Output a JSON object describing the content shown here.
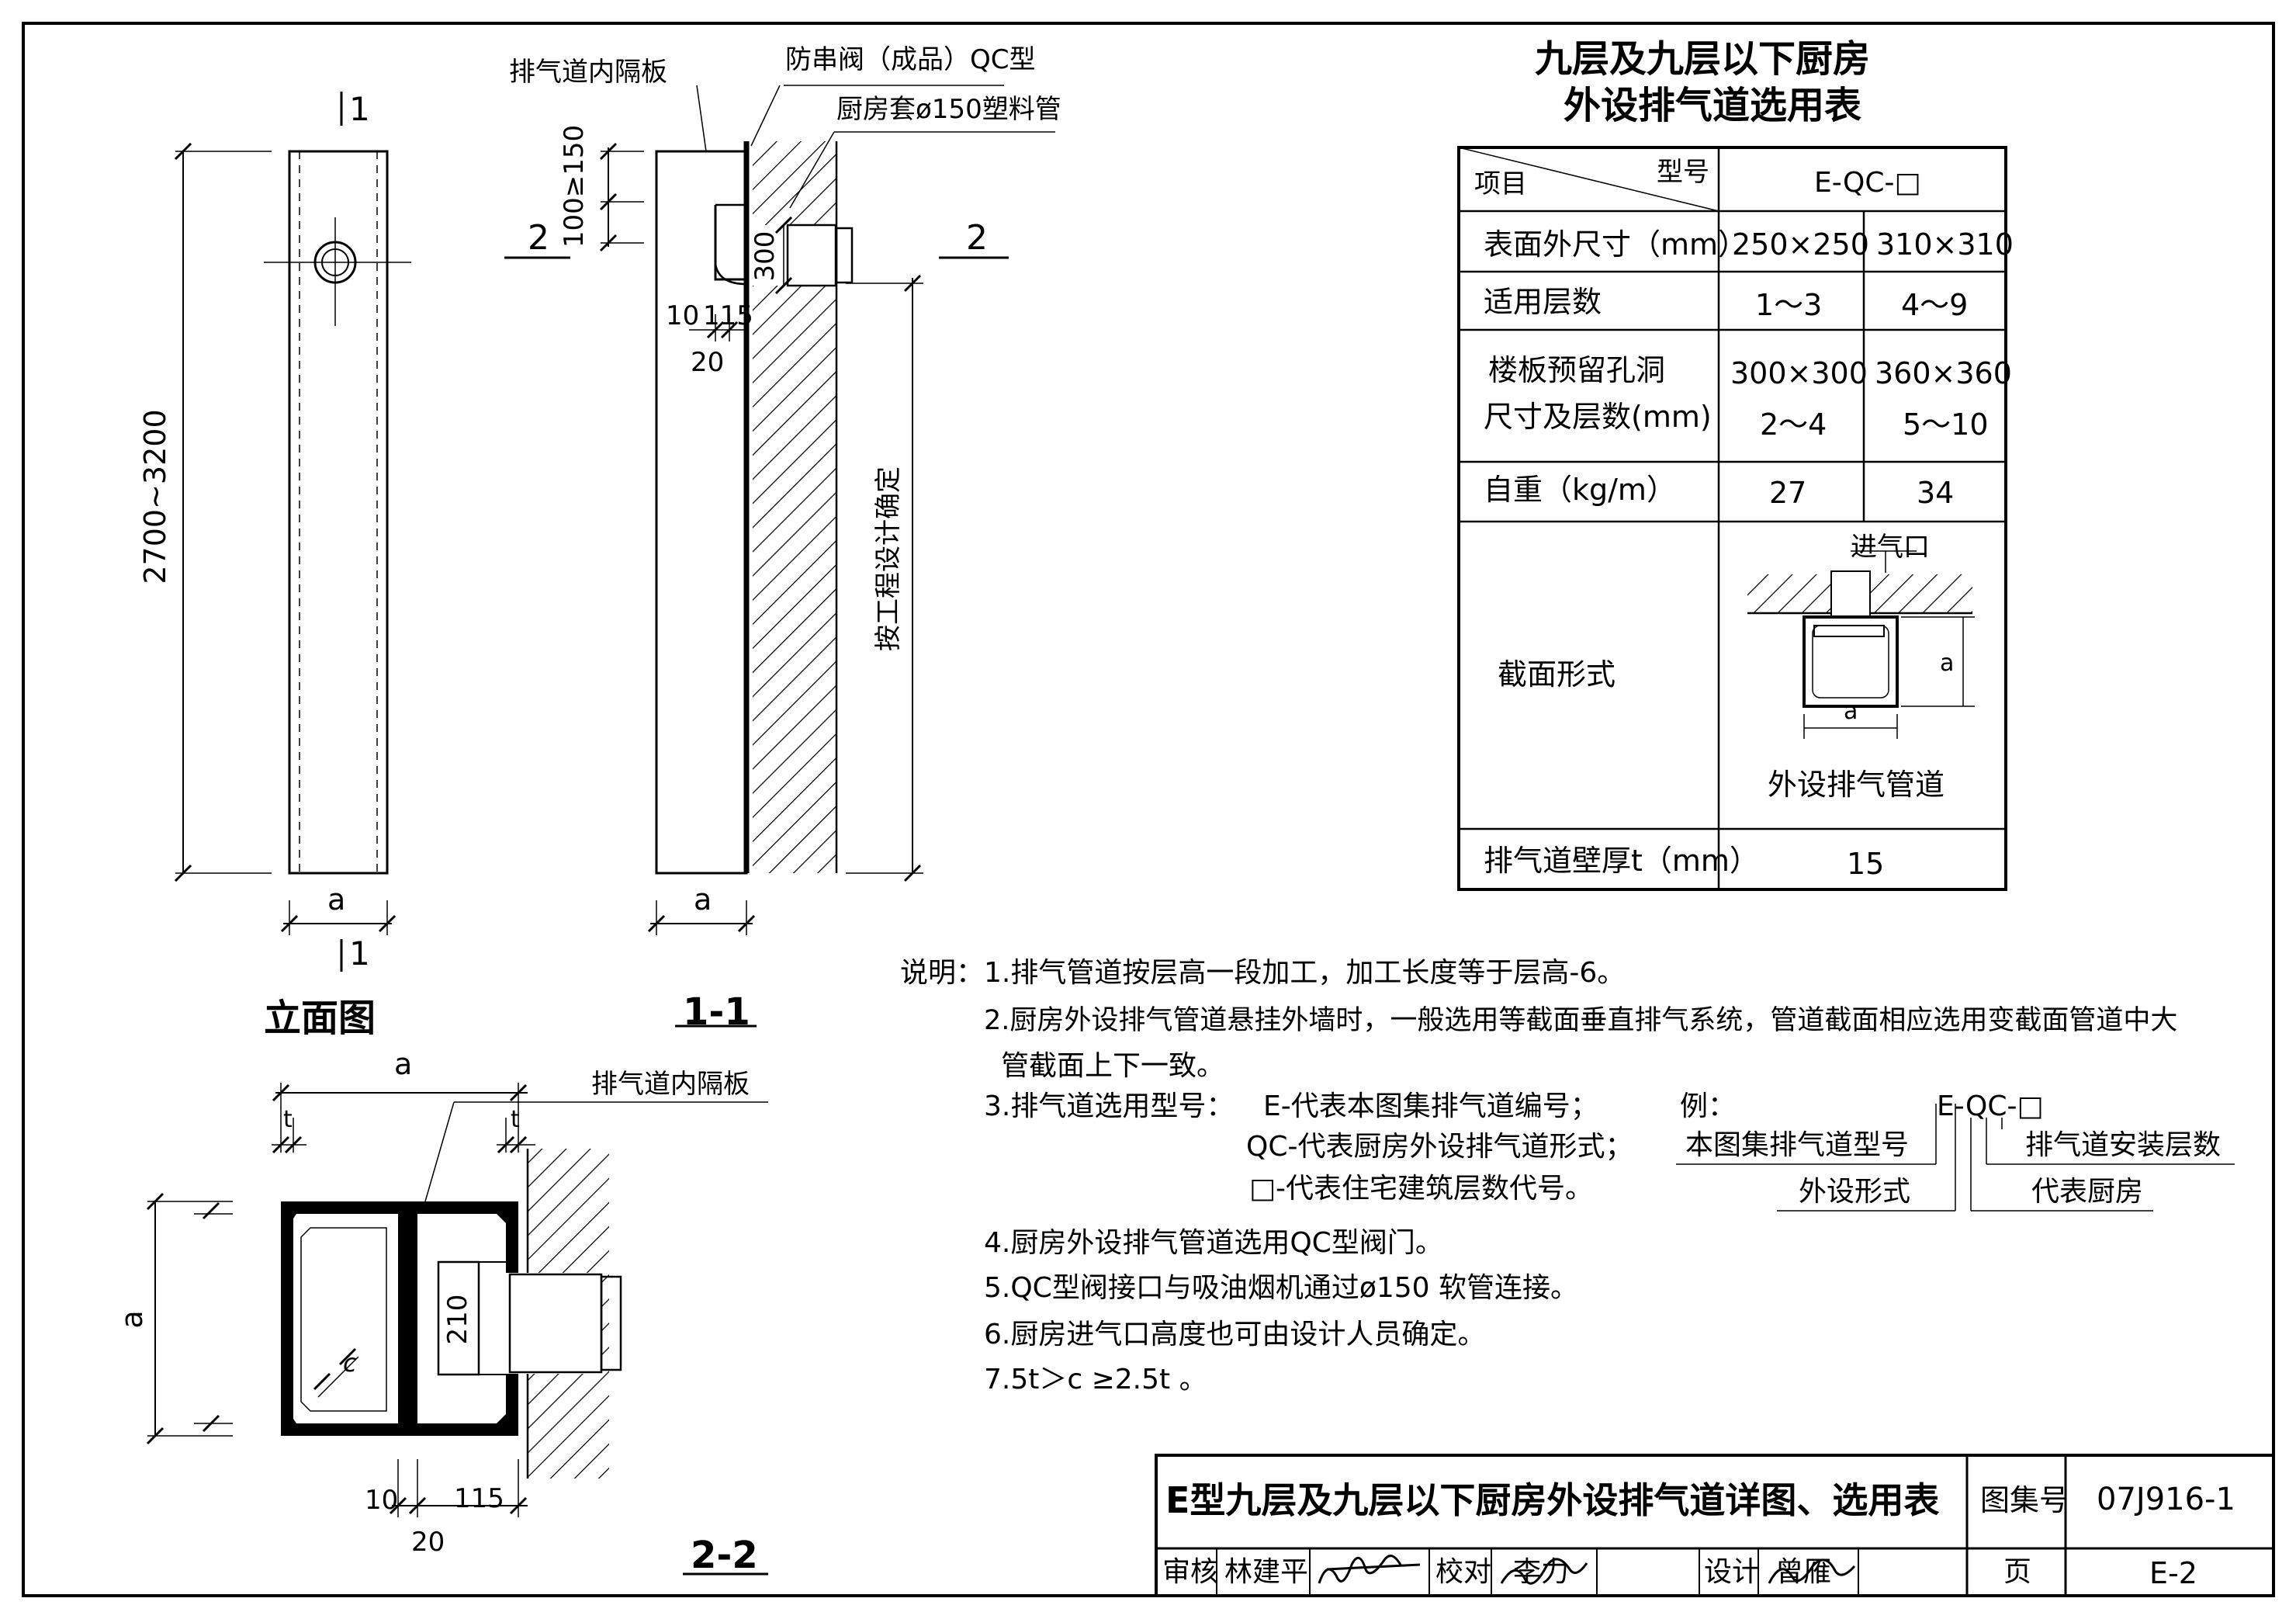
{
  "sheet": {
    "title": "E型九层及九层以下厨房外设排气道详图、选用表",
    "atlas_label": "图集号",
    "atlas_no": "07J916-1",
    "page_label": "页",
    "page_no": "E-2",
    "review_label": "审核",
    "reviewer": "林建平",
    "check_label": "校对",
    "checker": "李力",
    "design_label": "设计",
    "designer": "曾雁"
  },
  "elevation": {
    "section_mark_top": "1",
    "section_mark_bottom": "1",
    "height_dim": "2700~3200",
    "width_dim": "a",
    "caption": "立面图"
  },
  "section_1_1": {
    "label_partition": "排气道内隔板",
    "label_valve": "防串阀（成品）QC型",
    "label_pipe": "厨房套ø150塑料管",
    "dim_100_150": "100≥150",
    "dim_300": "300",
    "dim_10": "10",
    "dim_115": "115",
    "dim_20": "20",
    "dim_width": "a",
    "dim_by_design": "按工程设计确定",
    "mark_left": "2",
    "mark_right": "2",
    "caption": "1-1"
  },
  "section_2_2": {
    "dim_a_top": "a",
    "dim_t_left": "t",
    "dim_t_right": "t",
    "dim_a_left": "a",
    "dim_c": "c",
    "dim_210": "210",
    "dim_10": "10",
    "dim_115": "115",
    "dim_20": "20",
    "label_partition": "排气道内隔板",
    "caption": "2-2"
  },
  "table": {
    "title_line1": "九层及九层以下厨房",
    "title_line2": "外设排气道选用表",
    "hdr_item": "项目",
    "hdr_model": "型号",
    "model": "E-QC-□",
    "rows": {
      "size_label": "表面外尺寸（mm）",
      "size_a": "250×250",
      "size_b": "310×310",
      "floors_label": "适用层数",
      "floors_a": "1～3",
      "floors_b": "4～9",
      "hole_label_1": "楼板预留孔洞",
      "hole_label_2": "尺寸及层数(mm)",
      "hole_a_1": "300×300",
      "hole_a_2": "2～4",
      "hole_b_1": "360×360",
      "hole_b_2": "5～10",
      "weight_label": "自重（kg/m）",
      "weight_a": "27",
      "weight_b": "34",
      "section_label": "截面形式",
      "inlet_label": "进气口",
      "duct_label": "外设排气管道",
      "dim_a_bottom": "a",
      "dim_a_right": "a",
      "thick_label": "排气道壁厚t（mm）",
      "thick_value": "15"
    }
  },
  "notes": {
    "lead": "说明：",
    "n1": "1.排气管道按层高一段加工，加工长度等于层高-6。",
    "n2a": "2.厨房外设排气管道悬挂外墙时，一般选用等截面垂直排气系统，管道截面相应选用变截面管道中大",
    "n2b": "管截面上下一致。",
    "n3": "3.排气道选用型号：",
    "n3_e": "E-代表本图集排气道编号；",
    "n3_qc": "QC-代表厨房外设排气道形式；",
    "n3_box": "□-代表住宅建筑层数代号。",
    "ex_lead": "例：",
    "ex_code": "E-QC-□",
    "ex_type": "本图集排气道型号",
    "ex_floors": "排气道安装层数",
    "ex_form": "外设形式",
    "ex_kitchen": "代表厨房",
    "n4": "4.厨房外设排气管道选用QC型阀门。",
    "n5": "5.QC型阀接口与吸油烟机通过ø150 软管连接。",
    "n6": "6.厨房进气口高度也可由设计人员确定。",
    "n7": "7.5t＞c ≥2.5t 。"
  }
}
